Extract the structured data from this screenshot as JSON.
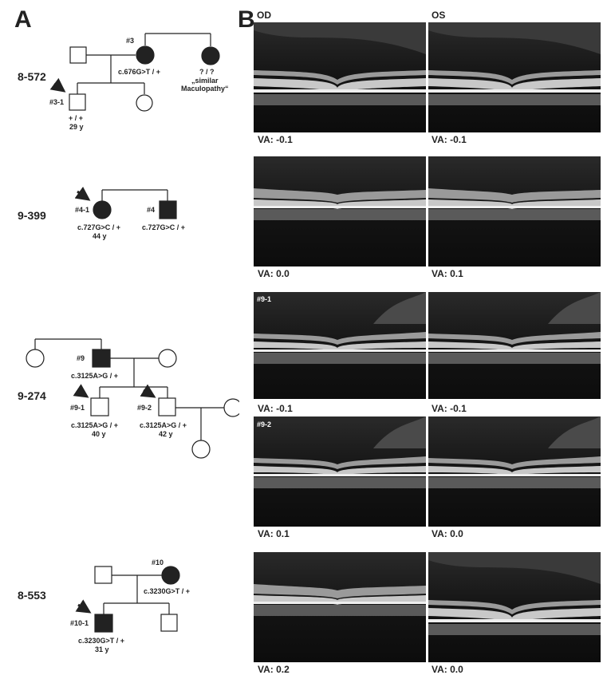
{
  "panels": {
    "a": "A",
    "b": "B"
  },
  "families": [
    {
      "id": "8-572",
      "proband_label": "#3-1",
      "affected_label": "#3",
      "affected_genotype": "c.676G>T / +",
      "sister_genotype": "? / ?",
      "sister_note": "„similar",
      "sister_note2": "Maculopathy“",
      "proband_genotype": "+ / +",
      "proband_age": "29 y"
    },
    {
      "id": "9-399",
      "proband_label": "#4-1",
      "proband_genotype": "c.727G>C / +",
      "proband_age": "44 y",
      "sibling_label": "#4",
      "sibling_genotype": "c.727G>C / +"
    },
    {
      "id": "9-274",
      "father_label": "#9",
      "father_genotype": "c.3125A>G / +",
      "child1_label": "#9-1",
      "child1_genotype": "c.3125A>G / +",
      "child1_age": "40 y",
      "child2_label": "#9-2",
      "child2_genotype": "c.3125A>G / +",
      "child2_age": "42 y"
    },
    {
      "id": "8-553",
      "mother_label": "#10",
      "mother_genotype": "c.3230G>T / +",
      "proband_label": "#10-1",
      "proband_genotype": "c.3230G>T / +",
      "proband_age": "31 y"
    }
  ],
  "eyes": {
    "od": "OD",
    "os": "OS"
  },
  "scans": [
    {
      "label": "",
      "va_od": "VA: -0.1",
      "va_os": "VA: -0.1"
    },
    {
      "label": "",
      "va_od": "VA: 0.0",
      "va_os": "VA: 0.1"
    },
    {
      "label": "#9-1",
      "va_od": "VA: -0.1",
      "va_os": "VA: -0.1"
    },
    {
      "label": "#9-2",
      "va_od": "VA: 0.1",
      "va_os": "VA: 0.0"
    },
    {
      "label": "",
      "va_od": "VA: 0.2",
      "va_os": "VA: 0.0"
    }
  ],
  "colors": {
    "affected": "#222222",
    "unaffected": "#ffffff",
    "scan_bg": "#1a1a1a"
  }
}
